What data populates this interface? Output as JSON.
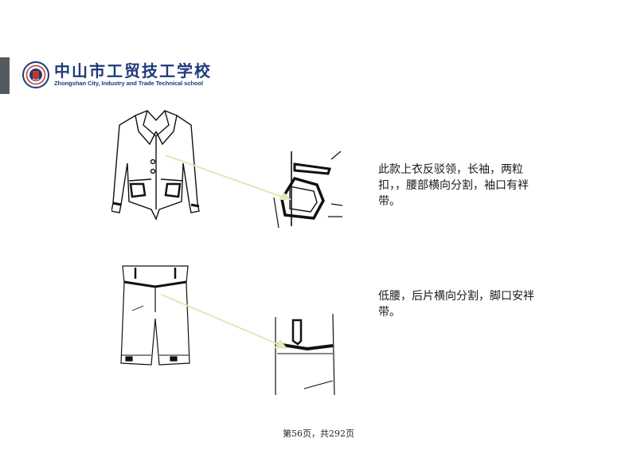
{
  "header": {
    "school_name_cn": "中山市工贸技工学校",
    "school_name_en": "Zhongshan City, Industry and Trade Technical school"
  },
  "descriptions": [
    {
      "text": "此款上衣反驳领，长袖，两粒扣，，腰部横向分割，袖口有袢带。"
    },
    {
      "text": "低腰，后片横向分割，脚口安袢带。"
    }
  ],
  "footer": {
    "page_text": "第56页，共292页"
  },
  "colors": {
    "brand_blue": "#1f3a78",
    "arrow": "#e6e6b8",
    "side_bar": "#555a5f"
  }
}
